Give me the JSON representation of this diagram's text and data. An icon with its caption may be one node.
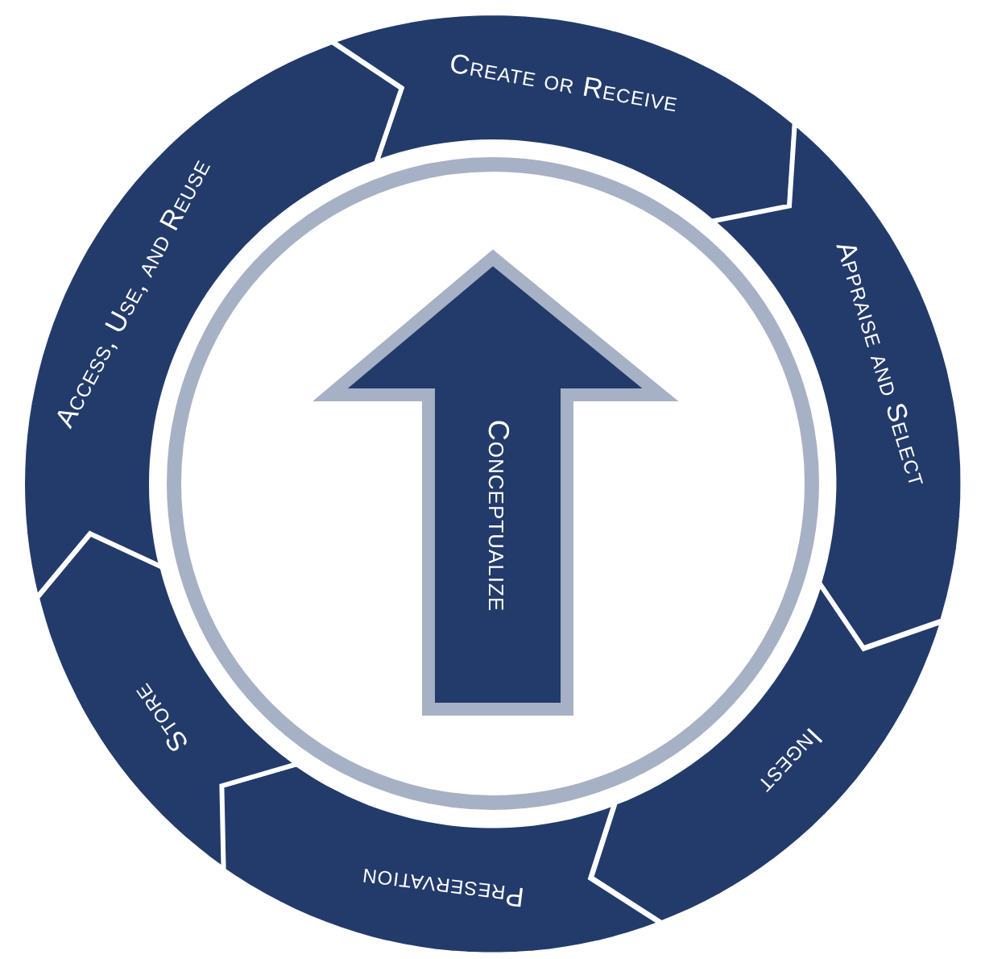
{
  "diagram": {
    "nodes": [
      {
        "text": [
          "Create or Receive"
        ]
      },
      {
        "text": [
          "Appraise and Select"
        ]
      },
      {
        "text": [
          "Ingest"
        ]
      },
      {
        "text": [
          "Preservation"
        ]
      },
      {
        "text": [
          "Store"
        ]
      },
      {
        "text": [
          "Access, Use, and Reuse"
        ]
      },
      {
        "text": [
          "Conceptualize"
        ]
      }
    ]
  }
}
